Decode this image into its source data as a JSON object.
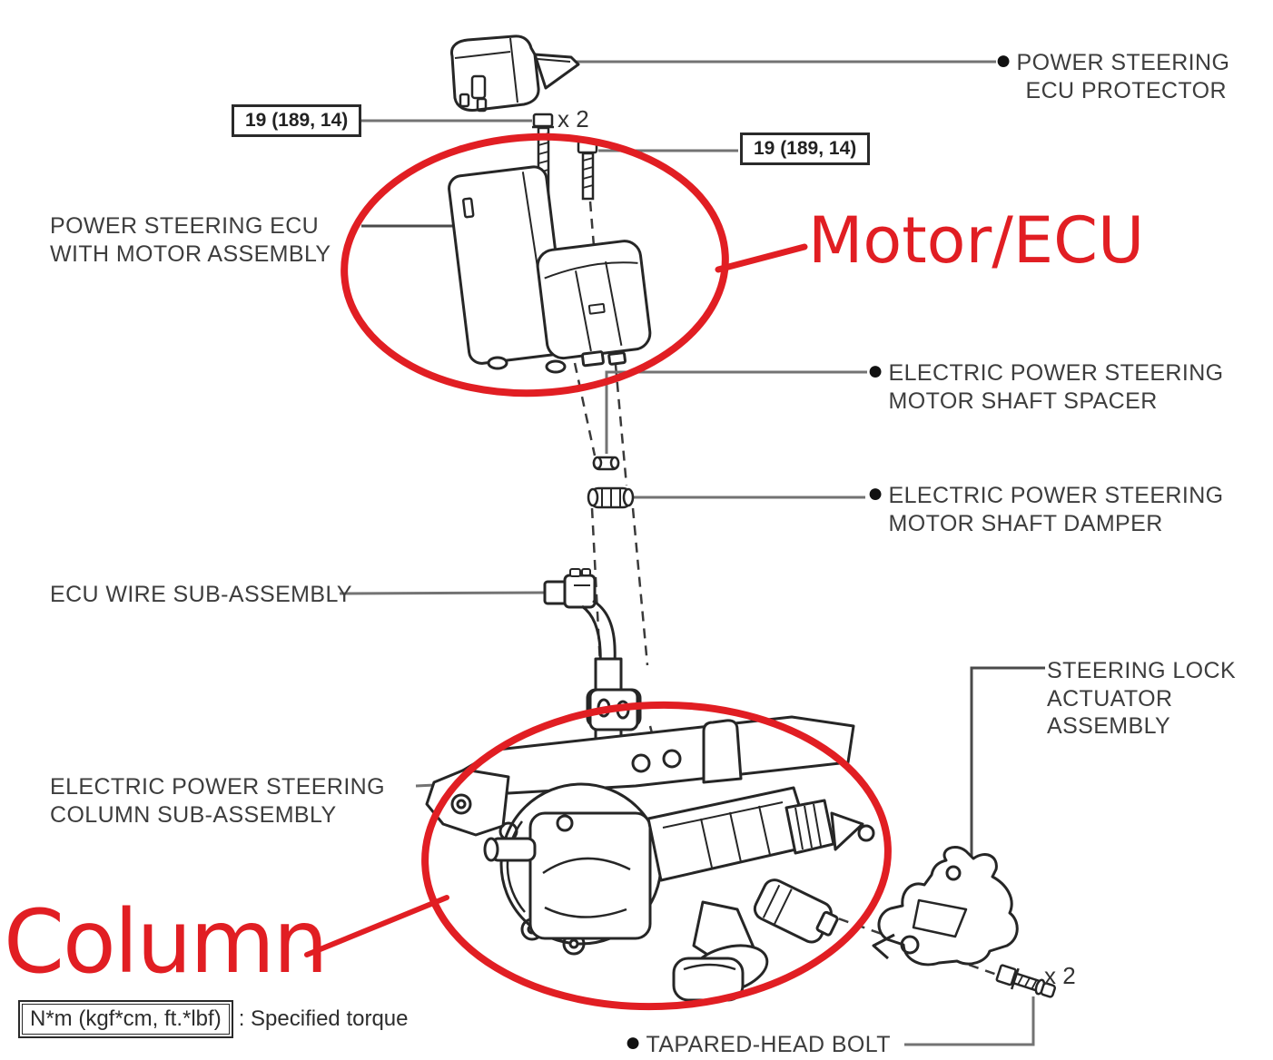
{
  "annotations": {
    "motor_ecu": "Motor/ECU",
    "column": "Column",
    "highlight_color": "#e11e23"
  },
  "labels": {
    "ecu_protector": {
      "line1": "POWER STEERING",
      "line2": "ECU PROTECTOR"
    },
    "ecu_with_motor": {
      "line1": "POWER STEERING ECU",
      "line2": "WITH MOTOR ASSEMBLY"
    },
    "motor_shaft_spacer": {
      "line1": "ELECTRIC POWER STEERING",
      "line2": "MOTOR SHAFT SPACER"
    },
    "motor_shaft_damper": {
      "line1": "ELECTRIC POWER STEERING",
      "line2": "MOTOR SHAFT DAMPER"
    },
    "ecu_wire": {
      "line1": "ECU WIRE SUB-ASSEMBLY"
    },
    "steering_lock": {
      "line1": "STEERING LOCK",
      "line2": "ACTUATOR",
      "line3": "ASSEMBLY"
    },
    "column_sub": {
      "line1": "ELECTRIC POWER STEERING",
      "line2": "COLUMN SUB-ASSEMBLY"
    },
    "tapered_head_bolt": {
      "line1": "TAPARED-HEAD BOLT"
    }
  },
  "torque": {
    "spec_top_left": "19 (189, 14)",
    "spec_top_right": "19 (189, 14)",
    "qty_top": "x 2",
    "qty_bottom": "x 2",
    "legend_box": "N*m (kgf*cm, ft.*lbf)",
    "legend_text": ": Specified torque"
  },
  "icons": {
    "bullet": "●"
  }
}
